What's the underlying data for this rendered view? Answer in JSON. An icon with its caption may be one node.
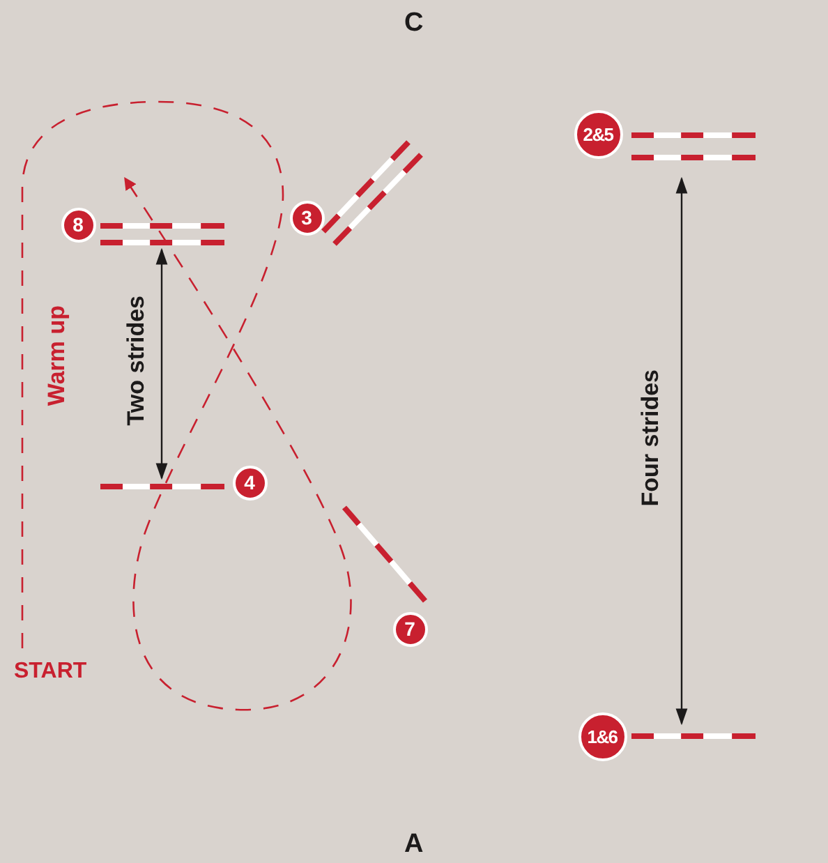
{
  "diagram": {
    "nodes": [
      {
        "text": [
          "2&5"
        ]
      },
      {
        "text": [
          "8"
        ]
      },
      {
        "text": [
          "3"
        ]
      },
      {
        "text": [
          "4"
        ]
      },
      {
        "text": [
          "7"
        ]
      },
      {
        "text": [
          "1&6"
        ]
      }
    ],
    "labels": [
      "C",
      "Warm up",
      "Two strides",
      "Four strides",
      "START",
      "A"
    ]
  }
}
